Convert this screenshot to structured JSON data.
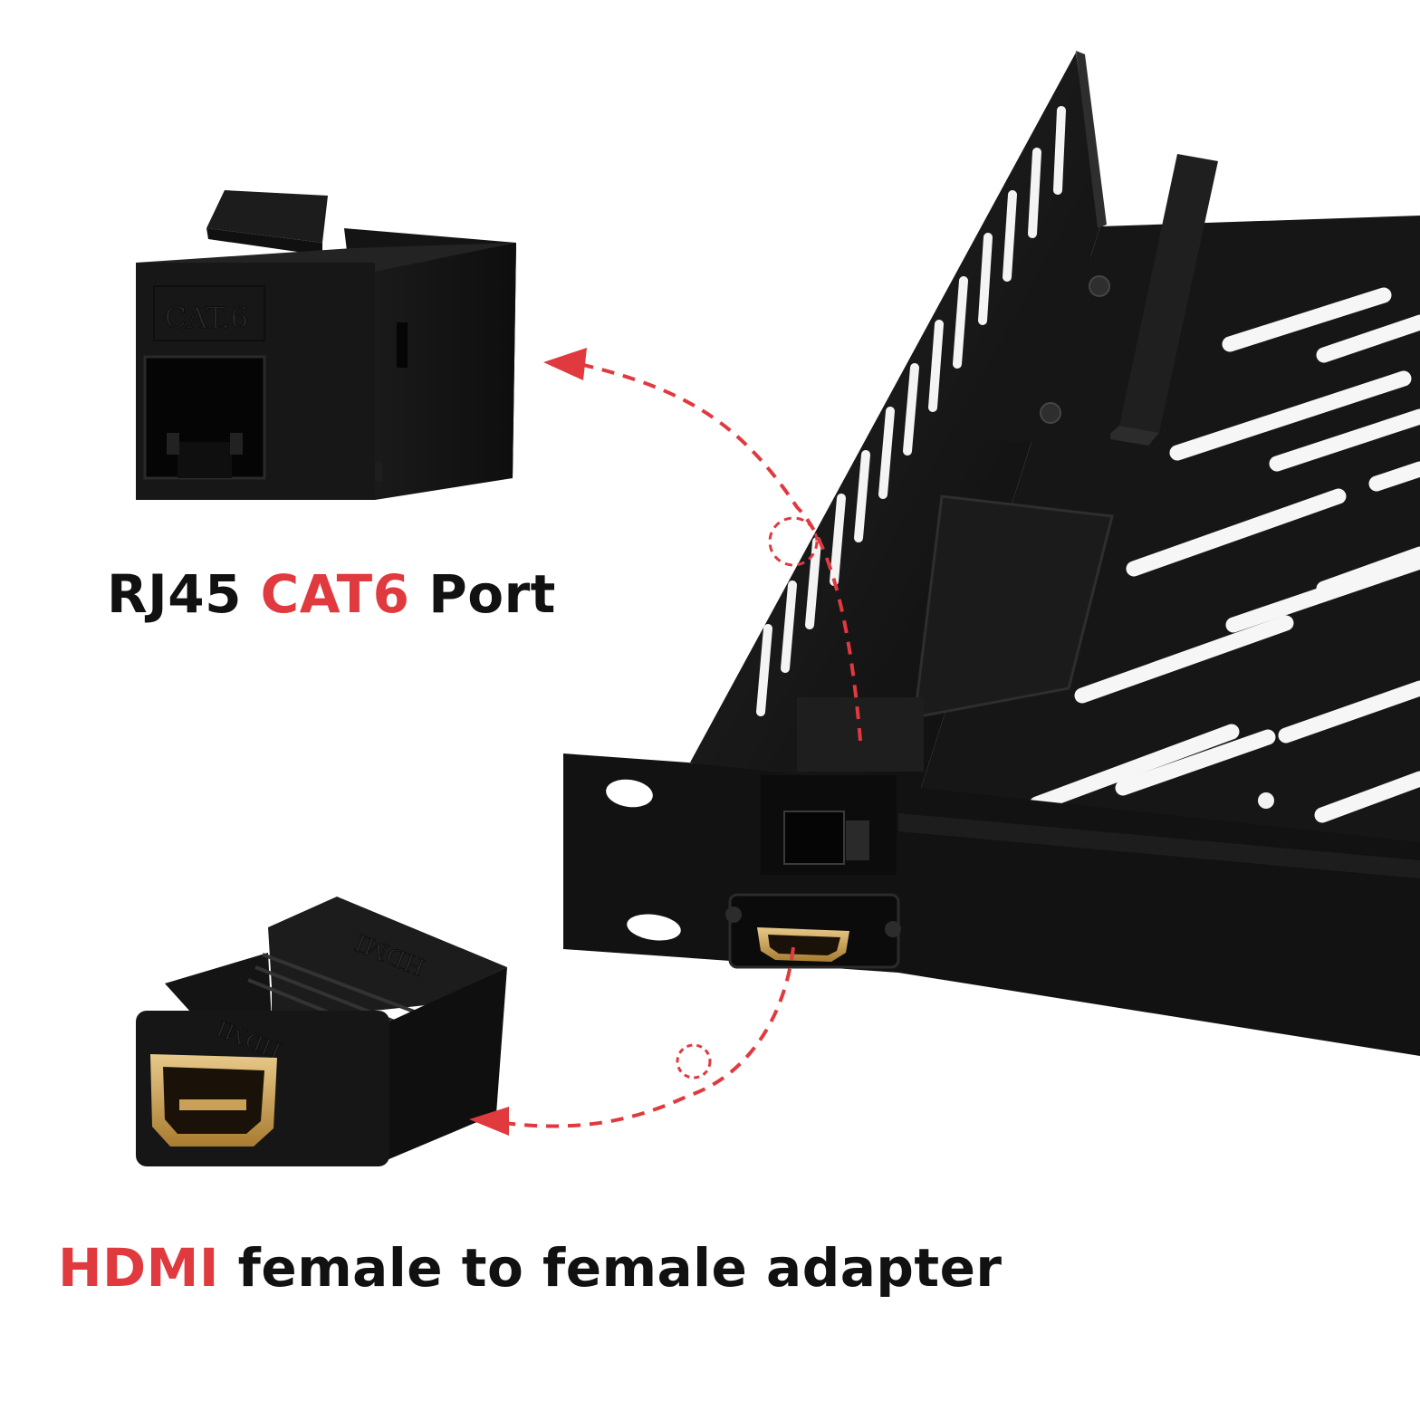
{
  "captions": {
    "rj45": {
      "prefix": "RJ45 ",
      "highlight": "CAT6",
      "suffix": " Port"
    },
    "hdmi": {
      "highlight": "HDMI",
      "suffix": " female to female adapter"
    }
  },
  "embossed": {
    "keystone": "CAT.6",
    "hdmi_top": "HDMI",
    "hdmi_front": "HDMI"
  },
  "colors": {
    "accent_red": "#e0393e",
    "arrow_red": "#e0393e",
    "product_black": "#121212",
    "background": "#ffffff",
    "gold_contacts": "#c9a25a"
  },
  "icons": {
    "arrow_to_keystone": "arrow-left-icon",
    "arrow_to_hdmi": "arrow-left-icon"
  }
}
